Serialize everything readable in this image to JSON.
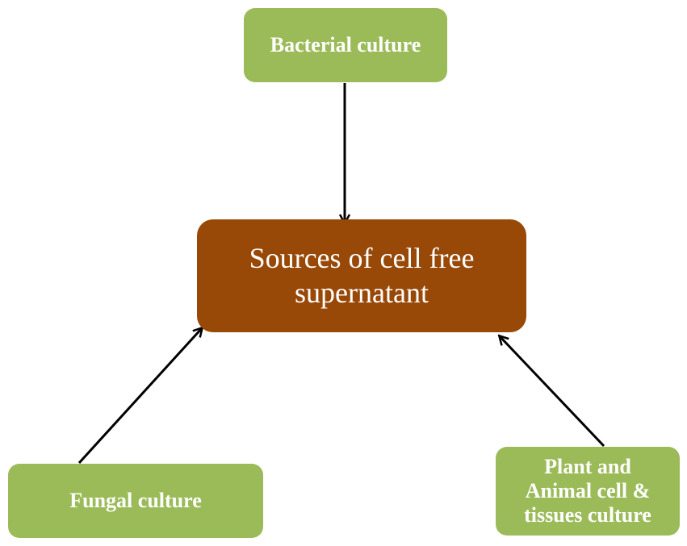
{
  "diagram": {
    "center": {
      "line1": "Sources of cell free",
      "line2": "supernatant"
    },
    "sources": {
      "bacterial": "Bacterial culture",
      "fungal": "Fungal culture",
      "plant_line1": "Plant and",
      "plant_line2": "Animal cell &",
      "plant_line3": "tissues culture"
    },
    "colors": {
      "source_box": "#9bbb59",
      "center_box": "#984807",
      "text": "#ffffff",
      "arrow": "#000000"
    }
  }
}
